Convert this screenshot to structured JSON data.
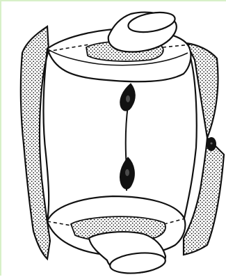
{
  "figure": {
    "style": "black line drawing with stippled shading",
    "ink_color": "#111111",
    "background_color": "#ffffff",
    "frame_tint": "#d7f0c8",
    "parts": [
      "left-wall-stippled",
      "right-wall-stippled",
      "top-ring",
      "bottom-ring",
      "top-tube",
      "bottom-tube",
      "central-fiber",
      "upper-nucleus",
      "lower-nucleus",
      "right-nucleus"
    ]
  }
}
